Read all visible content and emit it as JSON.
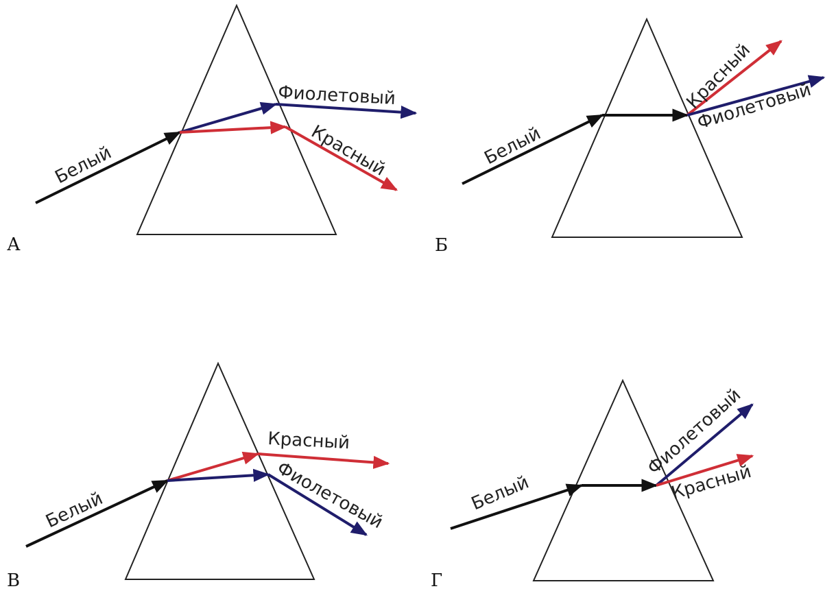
{
  "colors": {
    "white_ray": "#111111",
    "red_ray": "#cf2e36",
    "violet_ray": "#1f1d6b",
    "prism_stroke": "#222222"
  },
  "panels": [
    {
      "letter": "А",
      "labels": {
        "white": "Белый",
        "violet": "Фиолетовый",
        "red": "Красный"
      }
    },
    {
      "letter": "Б",
      "labels": {
        "white": "Белый",
        "red": "Красный",
        "violet": "Фиолетовый"
      }
    },
    {
      "letter": "В",
      "labels": {
        "white": "Белый",
        "red": "Красный",
        "violet": "Фиолетовый"
      }
    },
    {
      "letter": "Г",
      "labels": {
        "white": "Белый",
        "violet": "Фиолетовый",
        "red": "Красный"
      }
    }
  ]
}
